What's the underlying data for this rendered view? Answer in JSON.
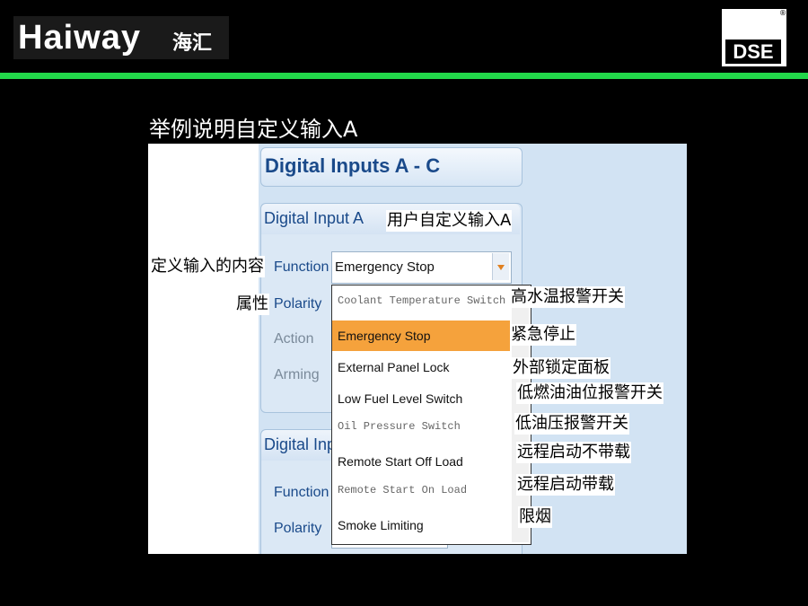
{
  "header": {
    "logo_en": "Haiway",
    "logo_cn": "海汇",
    "brand_right": "DSE",
    "brand_reg": "®"
  },
  "slide_title": "举例说明自定义输入A",
  "screenshot": {
    "section_title": "Digital Inputs A - C",
    "group1_title": "Digital Input A",
    "group2_title": "Digital Inp",
    "fields": {
      "function": "Function",
      "polarity": "Polarity",
      "action": "Action",
      "arming": "Arming"
    },
    "combo_value": "Emergency Stop",
    "dropdown_options": [
      "Coolant Temperature Switch",
      "Emergency Stop",
      "External Panel Lock",
      "Low Fuel Level Switch",
      "Oil Pressure Switch",
      "Remote Start Off Load",
      "Remote Start On Load",
      "Smoke Limiting"
    ],
    "selected_option": "Emergency Stop"
  },
  "annotations": {
    "user_defined": "用户自定义输入A",
    "content": "定义输入的内容",
    "attribute": "属性",
    "opt1": "高水温报警开关",
    "opt2": "紧急停止",
    "opt3": "外部锁定面板",
    "opt4": "低燃油油位报警开关",
    "opt5": "低油压报警开关",
    "opt6": "远程启动不带载",
    "opt7": "远程启动带载",
    "opt8": "限烟"
  },
  "colors": {
    "accent_green": "#22d84a",
    "selection_orange": "#f5a23c",
    "panel_blue": "#d2e3f3",
    "label_blue": "#1a4a8a"
  }
}
